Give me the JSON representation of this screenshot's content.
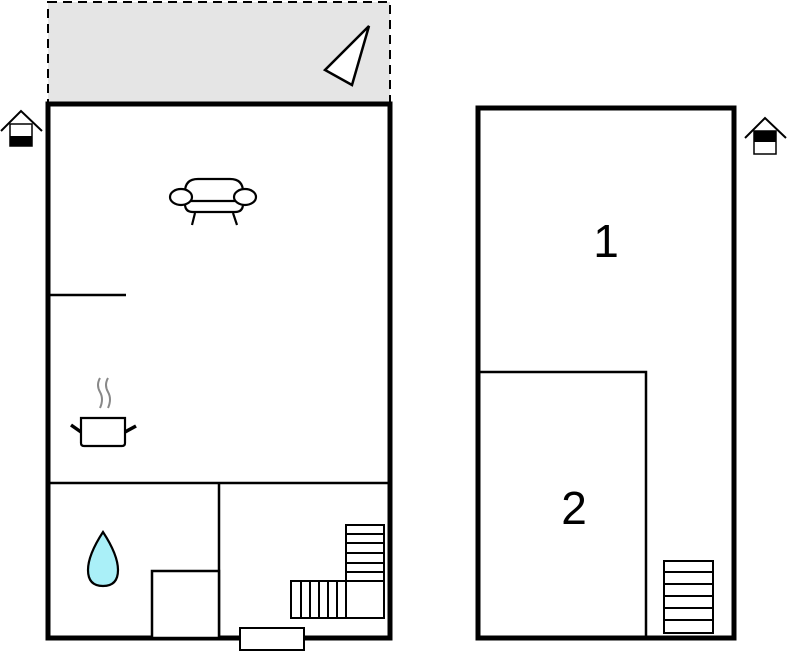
{
  "diagram": {
    "type": "floor-plan",
    "colors": {
      "wall": "#000000",
      "terrace": "#e5e5e5",
      "water": "#aaf0f8",
      "steam": "#888888",
      "background": "#ffffff"
    },
    "floors": [
      {
        "id": "ground-floor",
        "level_icon": "house-level-icon-ground",
        "areas": [
          {
            "name": "terrace",
            "label": ""
          },
          {
            "name": "living-room",
            "label": "",
            "icon": "sofa-icon"
          },
          {
            "name": "kitchen",
            "label": "",
            "icon": "cooking-pot-icon"
          },
          {
            "name": "bathroom",
            "label": "",
            "icon": "water-drop-icon"
          },
          {
            "name": "entrance-hall",
            "label": "",
            "icon": "stairs-icon"
          }
        ]
      },
      {
        "id": "upper-floor",
        "level_icon": "house-level-icon-upper",
        "areas": [
          {
            "name": "bedroom-1",
            "label": "1"
          },
          {
            "name": "bedroom-2",
            "label": "2"
          },
          {
            "name": "landing",
            "label": "",
            "icon": "stairs-icon"
          }
        ]
      }
    ],
    "compass": "north-arrow-icon"
  }
}
